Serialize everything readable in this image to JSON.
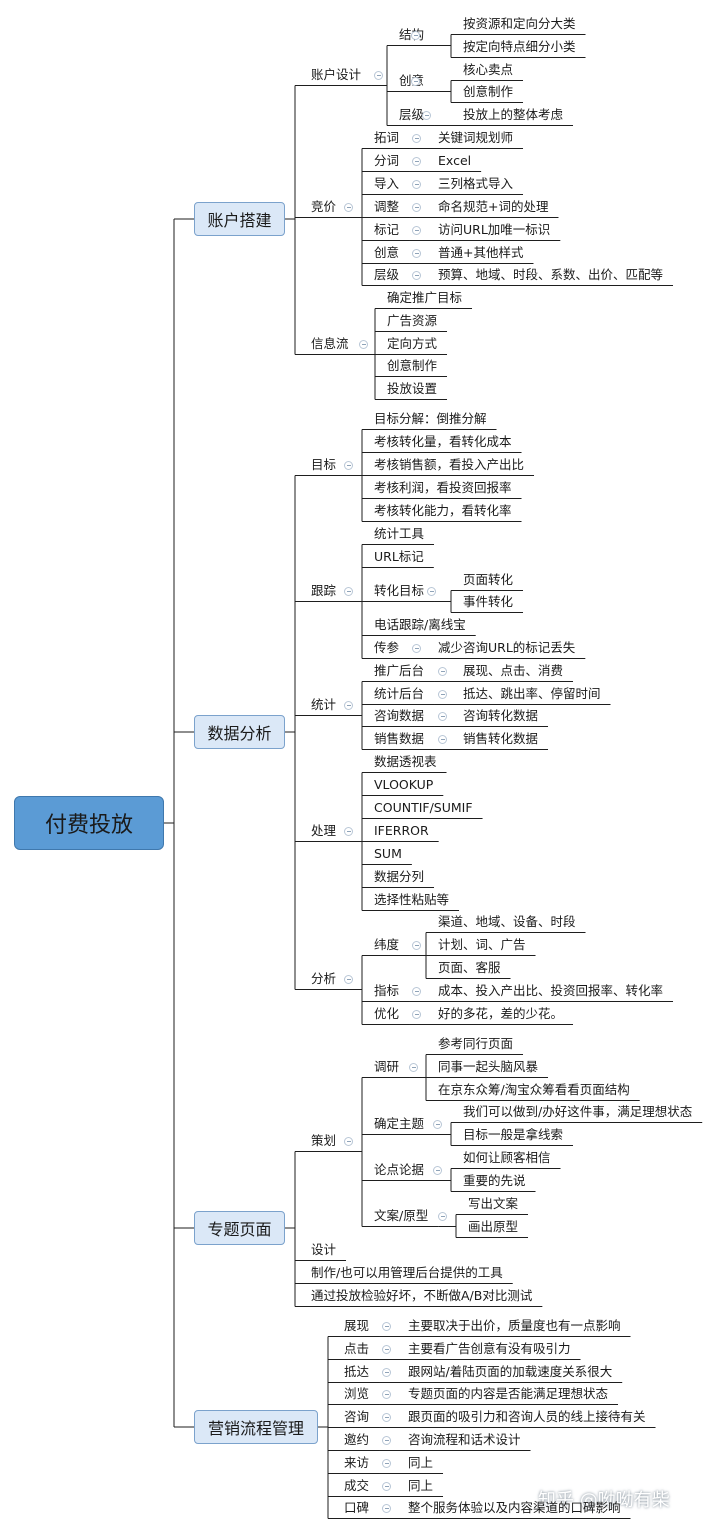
{
  "root": "付费投放",
  "branches": [
    {
      "label": "账户搭建",
      "children": [
        {
          "label": "账户设计",
          "children": [
            {
              "label": "结构",
              "children": [
                {
                  "label": "按资源和定向分大类"
                },
                {
                  "label": "按定向特点细分小类"
                }
              ]
            },
            {
              "label": "创意",
              "children": [
                {
                  "label": "核心卖点"
                },
                {
                  "label": "创意制作"
                }
              ]
            },
            {
              "label": "层级",
              "children": [
                {
                  "label": "投放上的整体考虑"
                }
              ]
            }
          ]
        },
        {
          "label": "竞价",
          "children": [
            {
              "label": "拓词",
              "children": [
                {
                  "label": "关键词规划师"
                }
              ]
            },
            {
              "label": "分词",
              "children": [
                {
                  "label": "Excel"
                }
              ]
            },
            {
              "label": "导入",
              "children": [
                {
                  "label": "三列格式导入"
                }
              ]
            },
            {
              "label": "调整",
              "children": [
                {
                  "label": "命名规范+词的处理"
                }
              ]
            },
            {
              "label": "标记",
              "children": [
                {
                  "label": "访问URL加唯一标识"
                }
              ]
            },
            {
              "label": "创意",
              "children": [
                {
                  "label": "普通+其他样式"
                }
              ]
            },
            {
              "label": "层级",
              "children": [
                {
                  "label": "预算、地域、时段、系数、出价、匹配等"
                }
              ]
            }
          ]
        },
        {
          "label": "信息流",
          "children": [
            {
              "label": "确定推广目标"
            },
            {
              "label": "广告资源"
            },
            {
              "label": "定向方式"
            },
            {
              "label": "创意制作"
            },
            {
              "label": "投放设置"
            }
          ]
        }
      ]
    },
    {
      "label": "数据分析",
      "children": [
        {
          "label": "目标",
          "children": [
            {
              "label": "目标分解：倒推分解"
            },
            {
              "label": "考核转化量，看转化成本"
            },
            {
              "label": "考核销售额，看投入产出比"
            },
            {
              "label": "考核利润，看投资回报率"
            },
            {
              "label": "考核转化能力，看转化率"
            }
          ]
        },
        {
          "label": "跟踪",
          "children": [
            {
              "label": "统计工具"
            },
            {
              "label": "URL标记"
            },
            {
              "label": "转化目标",
              "children": [
                {
                  "label": "页面转化"
                },
                {
                  "label": "事件转化"
                }
              ]
            },
            {
              "label": "电话跟踪/离线宝"
            },
            {
              "label": "传参",
              "children": [
                {
                  "label": "减少咨询URL的标记丢失"
                }
              ]
            }
          ]
        },
        {
          "label": "统计",
          "children": [
            {
              "label": "推广后台",
              "children": [
                {
                  "label": "展现、点击、消费"
                }
              ]
            },
            {
              "label": "统计后台",
              "children": [
                {
                  "label": "抵达、跳出率、停留时间"
                }
              ]
            },
            {
              "label": "咨询数据",
              "children": [
                {
                  "label": "咨询转化数据"
                }
              ]
            },
            {
              "label": "销售数据",
              "children": [
                {
                  "label": "销售转化数据"
                }
              ]
            }
          ]
        },
        {
          "label": "处理",
          "children": [
            {
              "label": "数据透视表"
            },
            {
              "label": "VLOOKUP"
            },
            {
              "label": "COUNTIF/SUMIF"
            },
            {
              "label": "IFERROR"
            },
            {
              "label": "SUM"
            },
            {
              "label": "数据分列"
            },
            {
              "label": "选择性粘贴等"
            }
          ]
        },
        {
          "label": "分析",
          "children": [
            {
              "label": "纬度",
              "children": [
                {
                  "label": "渠道、地域、设备、时段"
                },
                {
                  "label": "计划、词、广告"
                },
                {
                  "label": "页面、客服"
                }
              ]
            },
            {
              "label": "指标",
              "children": [
                {
                  "label": "成本、投入产出比、投资回报率、转化率"
                }
              ]
            },
            {
              "label": "优化",
              "children": [
                {
                  "label": "好的多花，差的少花。"
                }
              ]
            }
          ]
        }
      ]
    },
    {
      "label": "专题页面",
      "children": [
        {
          "label": "策划",
          "children": [
            {
              "label": "调研",
              "children": [
                {
                  "label": "参考同行页面"
                },
                {
                  "label": "同事一起头脑风暴"
                },
                {
                  "label": "在京东众筹/淘宝众筹看看页面结构"
                }
              ]
            },
            {
              "label": "确定主题",
              "children": [
                {
                  "label": "我们可以做到/办好这件事，满足理想状态"
                },
                {
                  "label": "目标一般是拿线索"
                }
              ]
            },
            {
              "label": "论点论据",
              "children": [
                {
                  "label": "如何让顾客相信"
                },
                {
                  "label": "重要的先说"
                }
              ]
            },
            {
              "label": "文案/原型",
              "children": [
                {
                  "label": "写出文案"
                },
                {
                  "label": "画出原型"
                }
              ]
            }
          ]
        },
        {
          "label": "设计"
        },
        {
          "label": "制作/也可以用管理后台提供的工具"
        },
        {
          "label": "通过投放检验好坏，不断做A/B对比测试"
        }
      ]
    },
    {
      "label": "营销流程管理",
      "children": [
        {
          "label": "展现",
          "children": [
            {
              "label": "主要取决于出价，质量度也有一点影响"
            }
          ]
        },
        {
          "label": "点击",
          "children": [
            {
              "label": "主要看广告创意有没有吸引力"
            }
          ]
        },
        {
          "label": "抵达",
          "children": [
            {
              "label": "跟网站/着陆页面的加载速度关系很大"
            }
          ]
        },
        {
          "label": "浏览",
          "children": [
            {
              "label": "专题页面的内容是否能满足理想状态"
            }
          ]
        },
        {
          "label": "咨询",
          "children": [
            {
              "label": "跟页面的吸引力和咨询人员的线上接待有关"
            }
          ]
        },
        {
          "label": "邀约",
          "children": [
            {
              "label": "咨询流程和话术设计"
            }
          ]
        },
        {
          "label": "来访",
          "children": [
            {
              "label": "同上"
            }
          ]
        },
        {
          "label": "成交",
          "children": [
            {
              "label": "同上"
            }
          ]
        },
        {
          "label": "口碑",
          "children": [
            {
              "label": "整个服务体验以及内容渠道的口碑影响"
            }
          ]
        }
      ]
    }
  ],
  "watermark": "知乎 @呦呦有柴",
  "colors": {
    "root_fill": "#5b9bd5",
    "branch_fill": "#dbe8f7",
    "branch_border": "#7ba2cc",
    "line": "#1e1e1e",
    "collapse_icon": "#b9c7d6"
  }
}
